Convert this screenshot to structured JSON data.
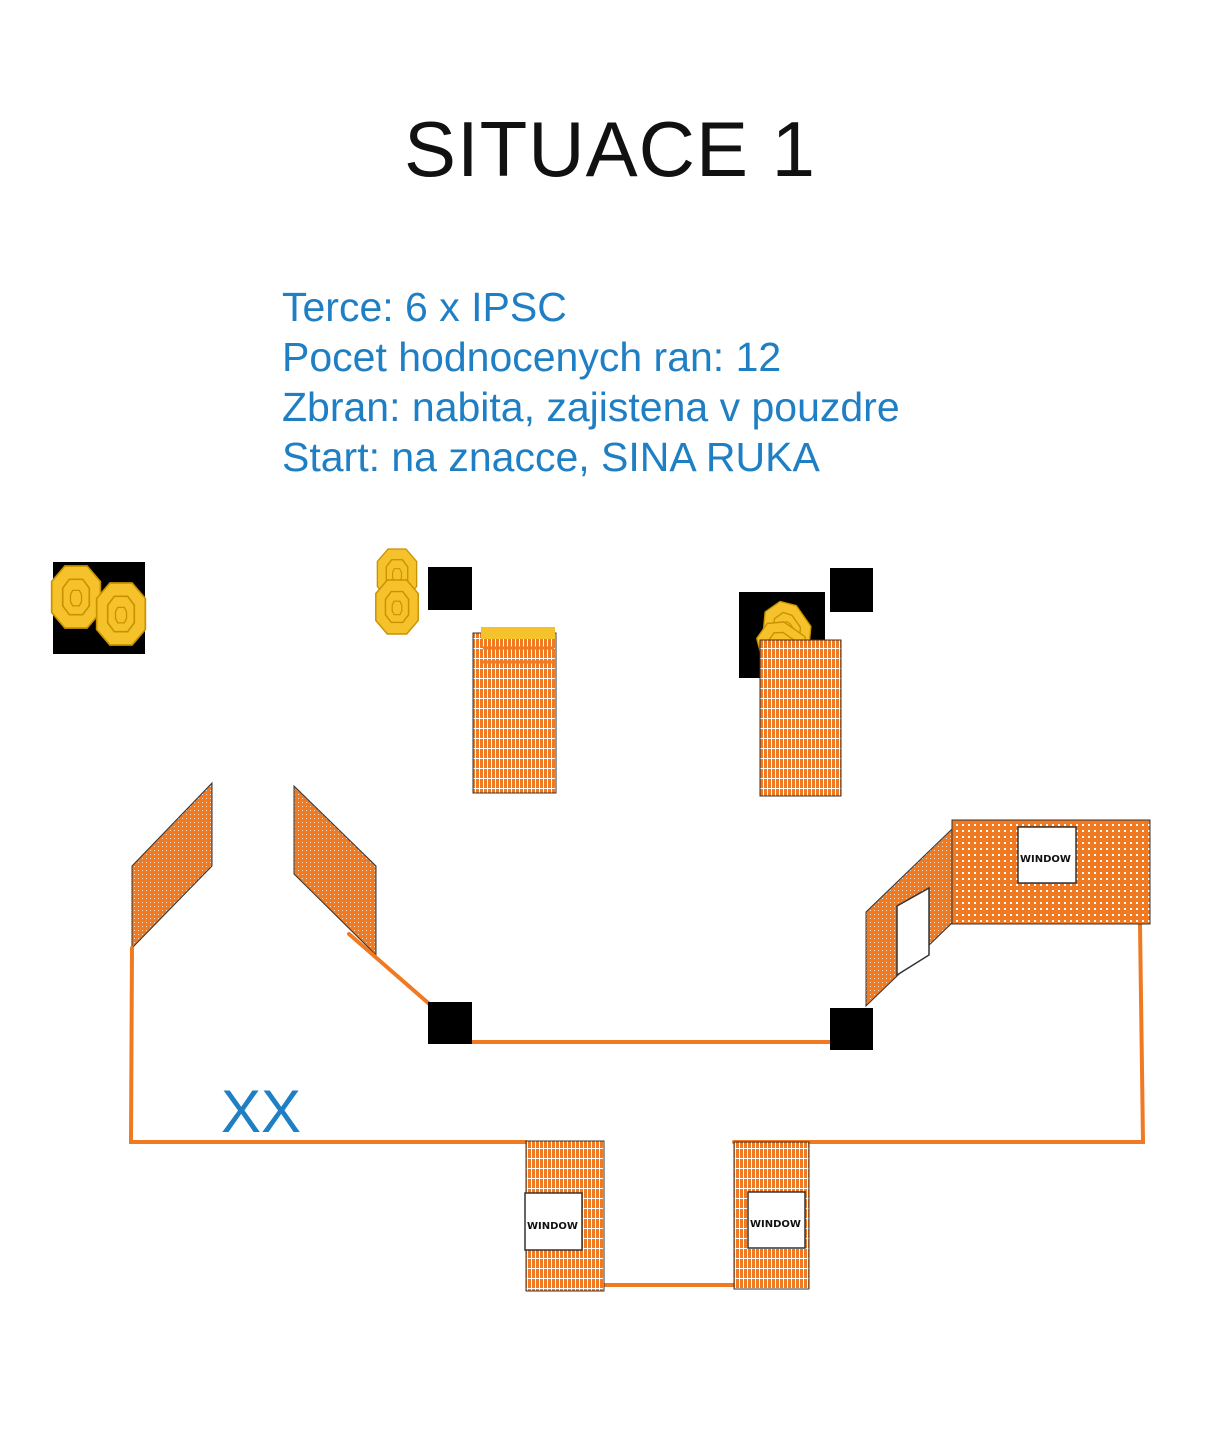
{
  "title": "SITUACE 1",
  "briefing": {
    "targets": "Terce: 6 x IPSC",
    "rounds": "Pocet hodnocenych ran: 12",
    "weapon": "Zbran: nabita, zajistena v pouzdre",
    "start": "Start: na znacce, SINA RUKA"
  },
  "diagram": {
    "start_marker": "XX",
    "window_label": "WINDOW"
  },
  "colors": {
    "wall_orange": "#f07a22",
    "target_gold": "#f5c22b",
    "black_box": "#000000",
    "text_blue": "#1f7fc4"
  }
}
